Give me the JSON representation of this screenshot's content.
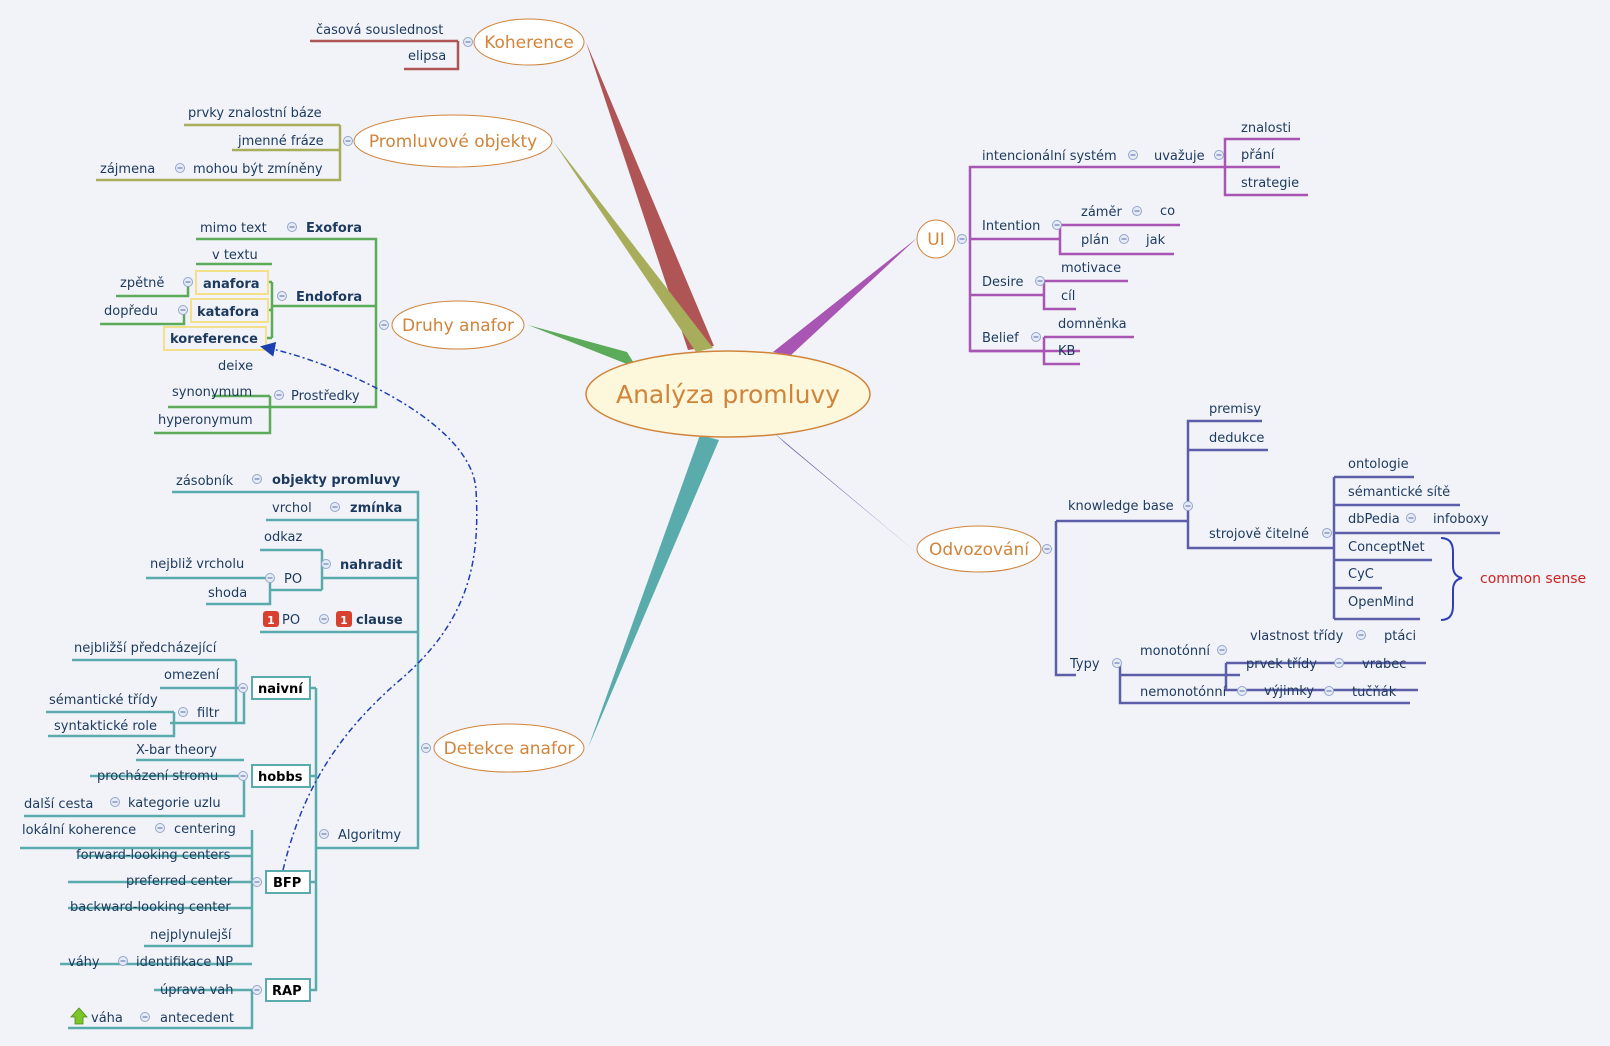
{
  "central": "Analýza promluvy",
  "colors": {
    "koherence": "#b05555",
    "promluvove": "#a8ad5c",
    "anafory": "#5cab5a",
    "detekce": "#5aacac",
    "ui": "#a855b3",
    "odvozovani": "#5c5ea9",
    "main_text": "#d0843a",
    "node_text": "#1c3a5e",
    "common_sense": "#cc2222"
  },
  "branches": {
    "koherence": {
      "label": "Koherence",
      "items": [
        "časová souslednost",
        "elipsa"
      ]
    },
    "promluvove": {
      "label": "Promluvové objekty",
      "items": [
        "prvky znalostní báze",
        "jmenné fráze",
        "mohou být zmíněny"
      ],
      "sub": "zájmena"
    },
    "anafory": {
      "label": "Druhy anafor",
      "exofora": "Exofora",
      "mimo_text": "mimo text",
      "endofora": "Endofora",
      "v_textu": "v textu",
      "anafora": "anafora",
      "zpetne": "zpětně",
      "katafora": "katafora",
      "dopredu": "dopředu",
      "koreference": "koreference",
      "prostredky": "Prostředky",
      "deixe": "deixe",
      "synonymum": "synonymum",
      "hyperonymum": "hyperonymum"
    },
    "detekce": {
      "label": "Detekce anafor",
      "objekty": "objekty promluvy",
      "zasobnik": "zásobník",
      "zminka": "zmínka",
      "vrchol": "vrchol",
      "nahradit": "nahradit",
      "odkaz": "odkaz",
      "po": "PO",
      "nejbliz": "nejbliž vrcholu",
      "shoda": "shoda",
      "clause": "clause",
      "po2": "PO",
      "badge": "1",
      "algoritmy": "Algoritmy",
      "naivni": "naivní",
      "nejblizsi": "nejbližší předcházející",
      "omezeni": "omezení",
      "filtr": "filtr",
      "semanticke_tridy": "sémantické třídy",
      "syntakticke_role": "syntaktické role",
      "hobbs": "hobbs",
      "xbar": "X-bar theory",
      "prochazeni": "procházení stromu",
      "kategorie": "kategorie uzlu",
      "dalsi_cesta": "další cesta",
      "bfp": "BFP",
      "centering": "centering",
      "lokalni": "lokální koherence",
      "forward": "forward-looking centers",
      "preferred": "preferred center",
      "backward": "backward-looking center",
      "nejplynulejsi": "nejplynulejší",
      "rap": "RAP",
      "identifikace": "identifikace NP",
      "vahy": "váhy",
      "uprava": "úprava vah",
      "antecedent": "antecedent",
      "vaha": "váha"
    },
    "ui": {
      "label": "UI",
      "intencionalni": "intencionální systém",
      "uvazuje": "uvažuje",
      "znalosti": "znalosti",
      "prani": "přání",
      "strategie": "strategie",
      "intention": "Intention",
      "zamer": "záměr",
      "co": "co",
      "plan": "plán",
      "jak": "jak",
      "desire": "Desire",
      "motivace": "motivace",
      "cil": "cíl",
      "belief": "Belief",
      "domnenka": "domněnka",
      "kb": "KB"
    },
    "odvozovani": {
      "label": "Odvozování",
      "knowledge_base": "knowledge base",
      "premisy": "premisy",
      "dedukce": "dedukce",
      "strojove": "strojově čitelné",
      "ontologie": "ontologie",
      "semanticke_site": "sémantické sítě",
      "dbpedia": "dbPedia",
      "infoboxy": "infoboxy",
      "conceptnet": "ConceptNet",
      "cyc": "CyC",
      "openmind": "OpenMind",
      "common_sense": "common sense",
      "typy": "Typy",
      "monotonni": "monotónní",
      "vlastnost": "vlastnost třídy",
      "ptaci": "ptáci",
      "prvek": "prvek třídy",
      "vrabec": "vrabec",
      "nemonotonni": "nemonotónní",
      "vyjimky": "výjimky",
      "tucnak": "tučňák"
    }
  }
}
